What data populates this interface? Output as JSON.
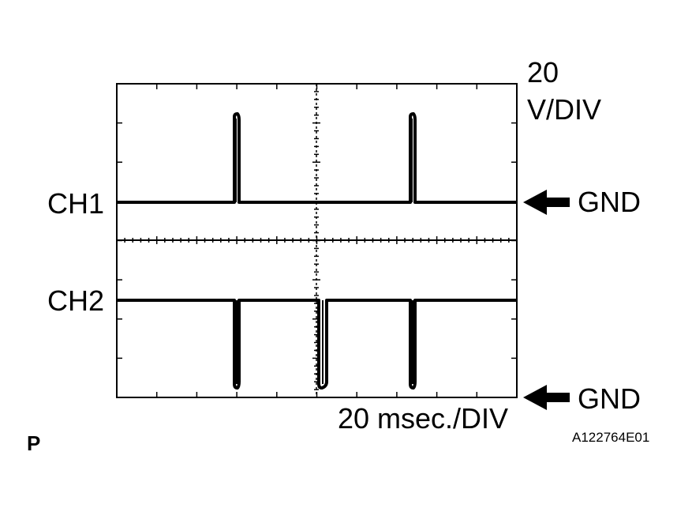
{
  "volts_per_div_value": "20",
  "volts_per_div_unit": "V/DIV",
  "time_per_div": "20 msec./DIV",
  "channels": [
    {
      "label": "CH1",
      "ground_label": "GND"
    },
    {
      "label": "CH2",
      "ground_label": "GND"
    }
  ],
  "corner_letter": "P",
  "figure_code": "A122764E01"
}
